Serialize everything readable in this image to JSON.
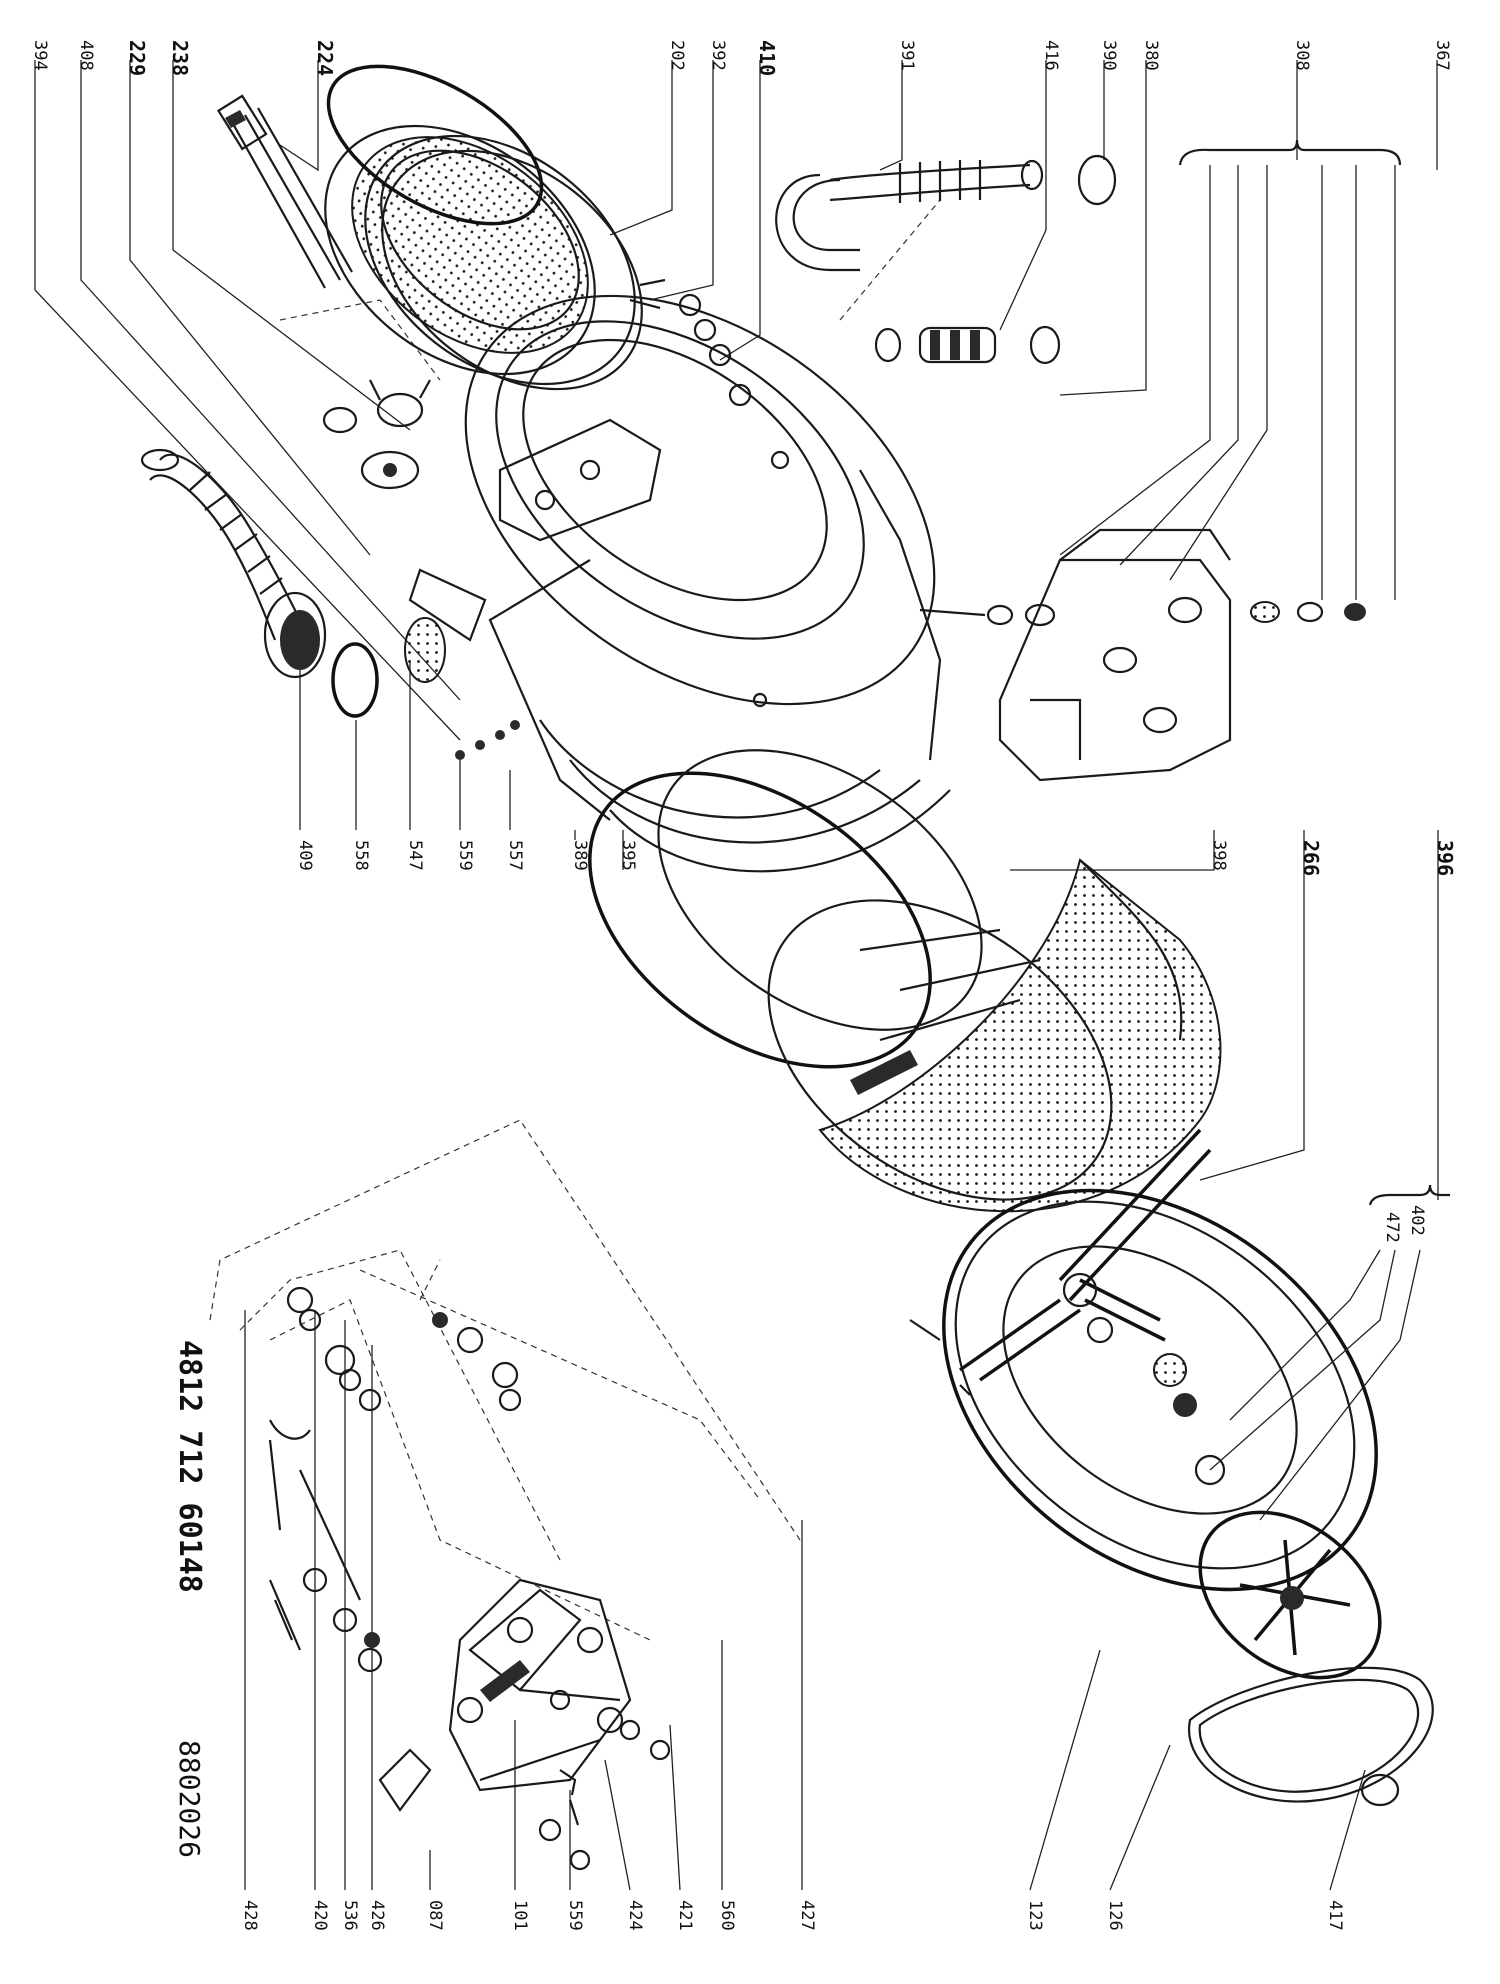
{
  "diagram": {
    "part_code": "4812 712 60148",
    "drawing_number": "8802026",
    "labels_top": [
      {
        "id": "394",
        "text": "394"
      },
      {
        "id": "408",
        "text": "408"
      },
      {
        "id": "229",
        "text": "229"
      },
      {
        "id": "238",
        "text": "238"
      },
      {
        "id": "224",
        "text": "224"
      },
      {
        "id": "202",
        "text": "202"
      },
      {
        "id": "392",
        "text": "392"
      },
      {
        "id": "410",
        "text": "410"
      },
      {
        "id": "391",
        "text": "391"
      },
      {
        "id": "416",
        "text": "416"
      },
      {
        "id": "390",
        "text": "390"
      },
      {
        "id": "380",
        "text": "380"
      },
      {
        "id": "308",
        "text": "308"
      },
      {
        "id": "367",
        "text": "367"
      }
    ],
    "labels_left": [
      {
        "id": "409",
        "text": "409"
      },
      {
        "id": "558",
        "text": "558"
      },
      {
        "id": "547",
        "text": "547"
      },
      {
        "id": "559",
        "text": "559"
      },
      {
        "id": "557",
        "text": "557"
      },
      {
        "id": "389",
        "text": "389"
      },
      {
        "id": "395",
        "text": "395"
      },
      {
        "id": "398",
        "text": "398"
      },
      {
        "id": "266",
        "text": "266"
      },
      {
        "id": "396",
        "text": "396"
      }
    ],
    "labels_mid": [
      {
        "id": "402",
        "text": "402"
      },
      {
        "id": "472",
        "text": "472"
      }
    ],
    "labels_bottom": [
      {
        "id": "428",
        "text": "428"
      },
      {
        "id": "420",
        "text": "420"
      },
      {
        "id": "536",
        "text": "536"
      },
      {
        "id": "426",
        "text": "426"
      },
      {
        "id": "087",
        "text": "087"
      },
      {
        "id": "101",
        "text": "101"
      },
      {
        "id": "559b",
        "text": "559"
      },
      {
        "id": "424",
        "text": "424"
      },
      {
        "id": "421",
        "text": "421"
      },
      {
        "id": "560",
        "text": "560"
      },
      {
        "id": "427",
        "text": "427"
      },
      {
        "id": "123",
        "text": "123"
      },
      {
        "id": "126",
        "text": "126"
      },
      {
        "id": "417",
        "text": "417"
      }
    ]
  }
}
